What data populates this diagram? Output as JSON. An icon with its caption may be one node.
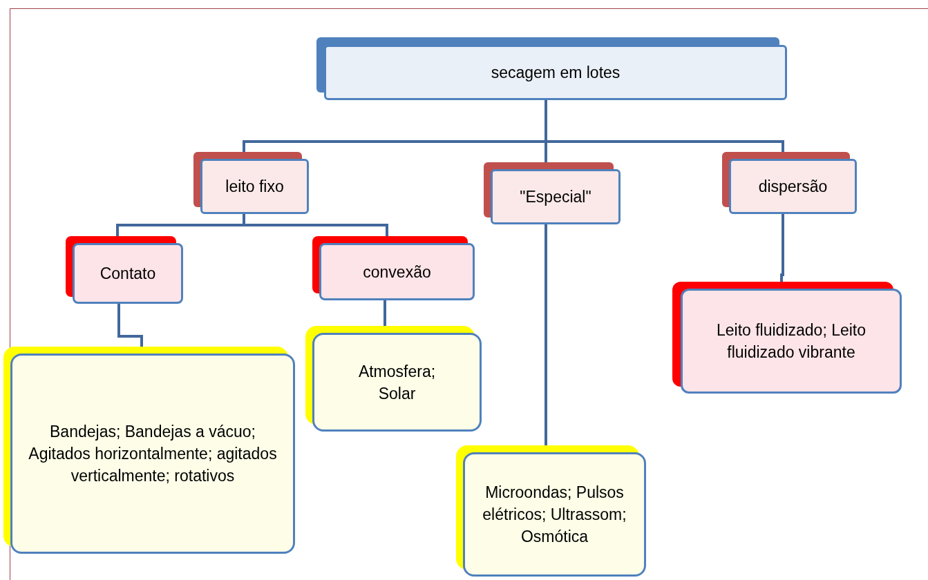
{
  "diagram": {
    "nodes": [
      {
        "text": [
          "secagem em lotes"
        ]
      },
      {
        "text": [
          "leito fixo"
        ]
      },
      {
        "text": [
          "\"Especial\""
        ]
      },
      {
        "text": [
          "dispersão"
        ]
      },
      {
        "text": [
          "Contato"
        ]
      },
      {
        "text": [
          "convexão"
        ]
      },
      {
        "text": [
          "Bandejas; Bandejas a vácuo; Agitados horizontalmente; agitados verticalmente; rotativos"
        ]
      },
      {
        "text": [
          "Atmosfera; Solar"
        ]
      },
      {
        "text": [
          "Microondas; Pulsos elétricos; Ultrassom; Osmótica"
        ]
      },
      {
        "text": [
          "Leito fluidizado; Leito fluidizado vibrante"
        ]
      }
    ],
    "edges": [
      {
        "from": 0,
        "to": 1,
        "arrow": "none"
      },
      {
        "from": 0,
        "to": 2,
        "arrow": "none"
      },
      {
        "from": 0,
        "to": 3,
        "arrow": "none"
      },
      {
        "from": 1,
        "to": 4,
        "arrow": "none"
      },
      {
        "from": 1,
        "to": 5,
        "arrow": "none"
      },
      {
        "from": 4,
        "to": 6,
        "arrow": "none"
      },
      {
        "from": 5,
        "to": 7,
        "arrow": "none"
      },
      {
        "from": 2,
        "to": 8,
        "arrow": "none"
      },
      {
        "from": 3,
        "to": 9,
        "arrow": "none"
      }
    ]
  }
}
